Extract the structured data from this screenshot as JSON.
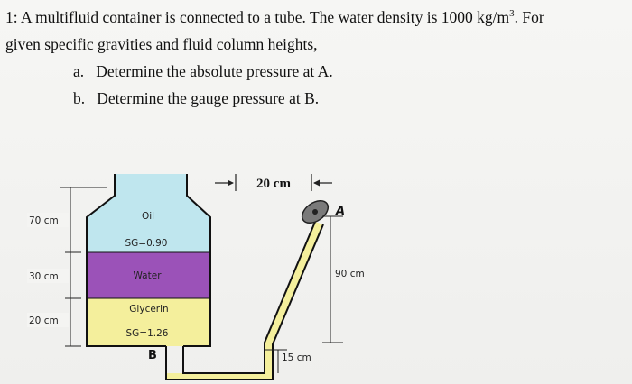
{
  "problem": {
    "intro_part1": "1: A multifluid container is connected to a tube. The water density is 1000 kg/m",
    "intro_sup": "3",
    "intro_part2": ". For",
    "intro_line2": "given specific gravities and fluid column heights,",
    "part_a_label": "a.",
    "part_a_text": "Determine the absolute pressure at A.",
    "part_b_label": "b.",
    "part_b_text": "Determine the gauge pressure at B."
  },
  "diagram": {
    "oil_label": "Oil",
    "oil_sg": "SG=0.90",
    "water_label": "Water",
    "glycerin_label": "Glycerin",
    "glycerin_sg": "SG=1.26",
    "dim_70": "70 cm",
    "dim_30": "30 cm",
    "dim_20": "20 cm",
    "dim_90": "90 cm",
    "dim_15": "15 cm",
    "dim_20_horizontal": "20 cm",
    "point_a": "A",
    "point_b": "B",
    "colors": {
      "oil": "#bfe6ee",
      "water": "#9b52b8",
      "glycerin": "#f4ef9c",
      "tube": "#f4ef9c",
      "gauge": "#7a7a7a"
    }
  }
}
